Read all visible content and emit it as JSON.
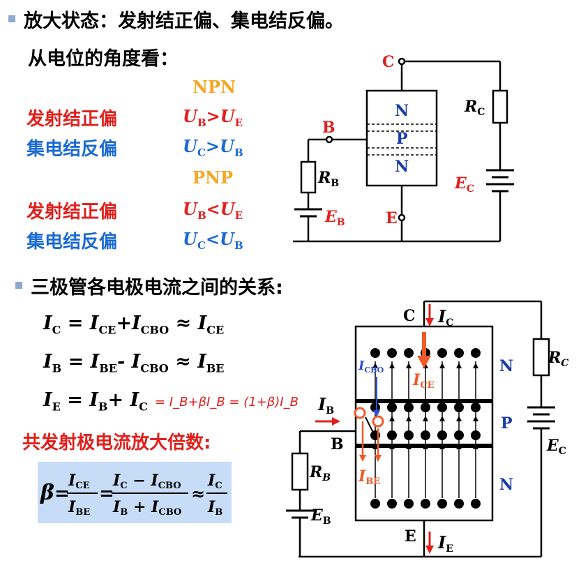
{
  "section1": {
    "title": "放大状态：发射结正偏、集电结反偏。",
    "subtitle": "从电位的角度看：",
    "npn_header": "NPN",
    "pnp_header": "PNP",
    "npn_rows": [
      {
        "label": "发射结正偏",
        "lhs": "U",
        "lhs_sub": "B",
        "op": ">",
        "rhs": "U",
        "rhs_sub": "E"
      },
      {
        "label": "集电结反偏",
        "lhs": "U",
        "lhs_sub": "C",
        "op": ">",
        "rhs": "U",
        "rhs_sub": "B"
      }
    ],
    "pnp_rows": [
      {
        "label": "发射结正偏",
        "lhs": "U",
        "lhs_sub": "B",
        "op": "<",
        "rhs": "U",
        "rhs_sub": "E"
      },
      {
        "label": "集电结反偏",
        "lhs": "U",
        "lhs_sub": "C",
        "op": "<",
        "rhs": "U",
        "rhs_sub": "B"
      }
    ]
  },
  "circuit1": {
    "terminal_c": "C",
    "terminal_b": "B",
    "terminal_e": "E",
    "layer_top": "N",
    "layer_mid": "P",
    "layer_bot": "N",
    "rc": "R",
    "rc_sub": "C",
    "rb": "R",
    "rb_sub": "B",
    "ec": "E",
    "ec_sub": "C",
    "eb": "E",
    "eb_sub": "B"
  },
  "section2": {
    "title": "三极管各电极电流之间的关系:",
    "eq1": {
      "a": "I",
      "a_sub": "C",
      "b": " = I",
      "b_sub": "CE",
      "c": "+I",
      "c_sub": "CBO",
      "d": " ≈ I",
      "d_sub": "CE"
    },
    "eq2": {
      "a": "I",
      "a_sub": "B",
      "b": " = I",
      "b_sub": "BE",
      "c": "- I",
      "c_sub": "CBO",
      "d": " ≈ I",
      "d_sub": "BE"
    },
    "eq3": {
      "a": "I",
      "a_sub": "E",
      "b": " = I",
      "b_sub": "B",
      "c": "+ I",
      "c_sub": "C"
    },
    "handwriting": "= I_B+βI_B = (1+β)I_B",
    "gain_title": "共发射极电流放大倍数:",
    "beta": {
      "symbol": "β",
      "n1": "I",
      "n1_sub": "CE",
      "d1": "I",
      "d1_sub": "BE",
      "n2": "I",
      "n2_sub": "C",
      "n2b": " − I",
      "n2b_sub": "CBO",
      "d2": "I",
      "d2_sub": "B",
      "d2b": " + I",
      "d2b_sub": "CBO",
      "n3": "I",
      "n3_sub": "C",
      "d3": "I",
      "d3_sub": "B"
    }
  },
  "circuit2": {
    "terminal_c": "C",
    "terminal_b": "B",
    "terminal_e": "E",
    "ic": "I",
    "ic_sub": "C",
    "ie": "I",
    "ie_sub": "E",
    "ib": "I",
    "ib_sub": "B",
    "icbo": "I",
    "icbo_sub": "CBO",
    "ice": "I",
    "ice_sub": "CE",
    "ibe": "I",
    "ibe_sub": "BE",
    "layer_top": "N",
    "layer_mid": "P",
    "layer_bot": "N",
    "rc": "R",
    "rc_sub": "C",
    "rb": "R",
    "rb_sub": "B",
    "ec": "E",
    "ec_sub": "C",
    "eb": "E",
    "eb_sub": "B"
  },
  "colors": {
    "red": "#e0201d",
    "blue": "#1a6ad2",
    "orange": "#f5a623",
    "arrow_orange": "#f05a28",
    "beta_box": "#c6dcf7"
  }
}
